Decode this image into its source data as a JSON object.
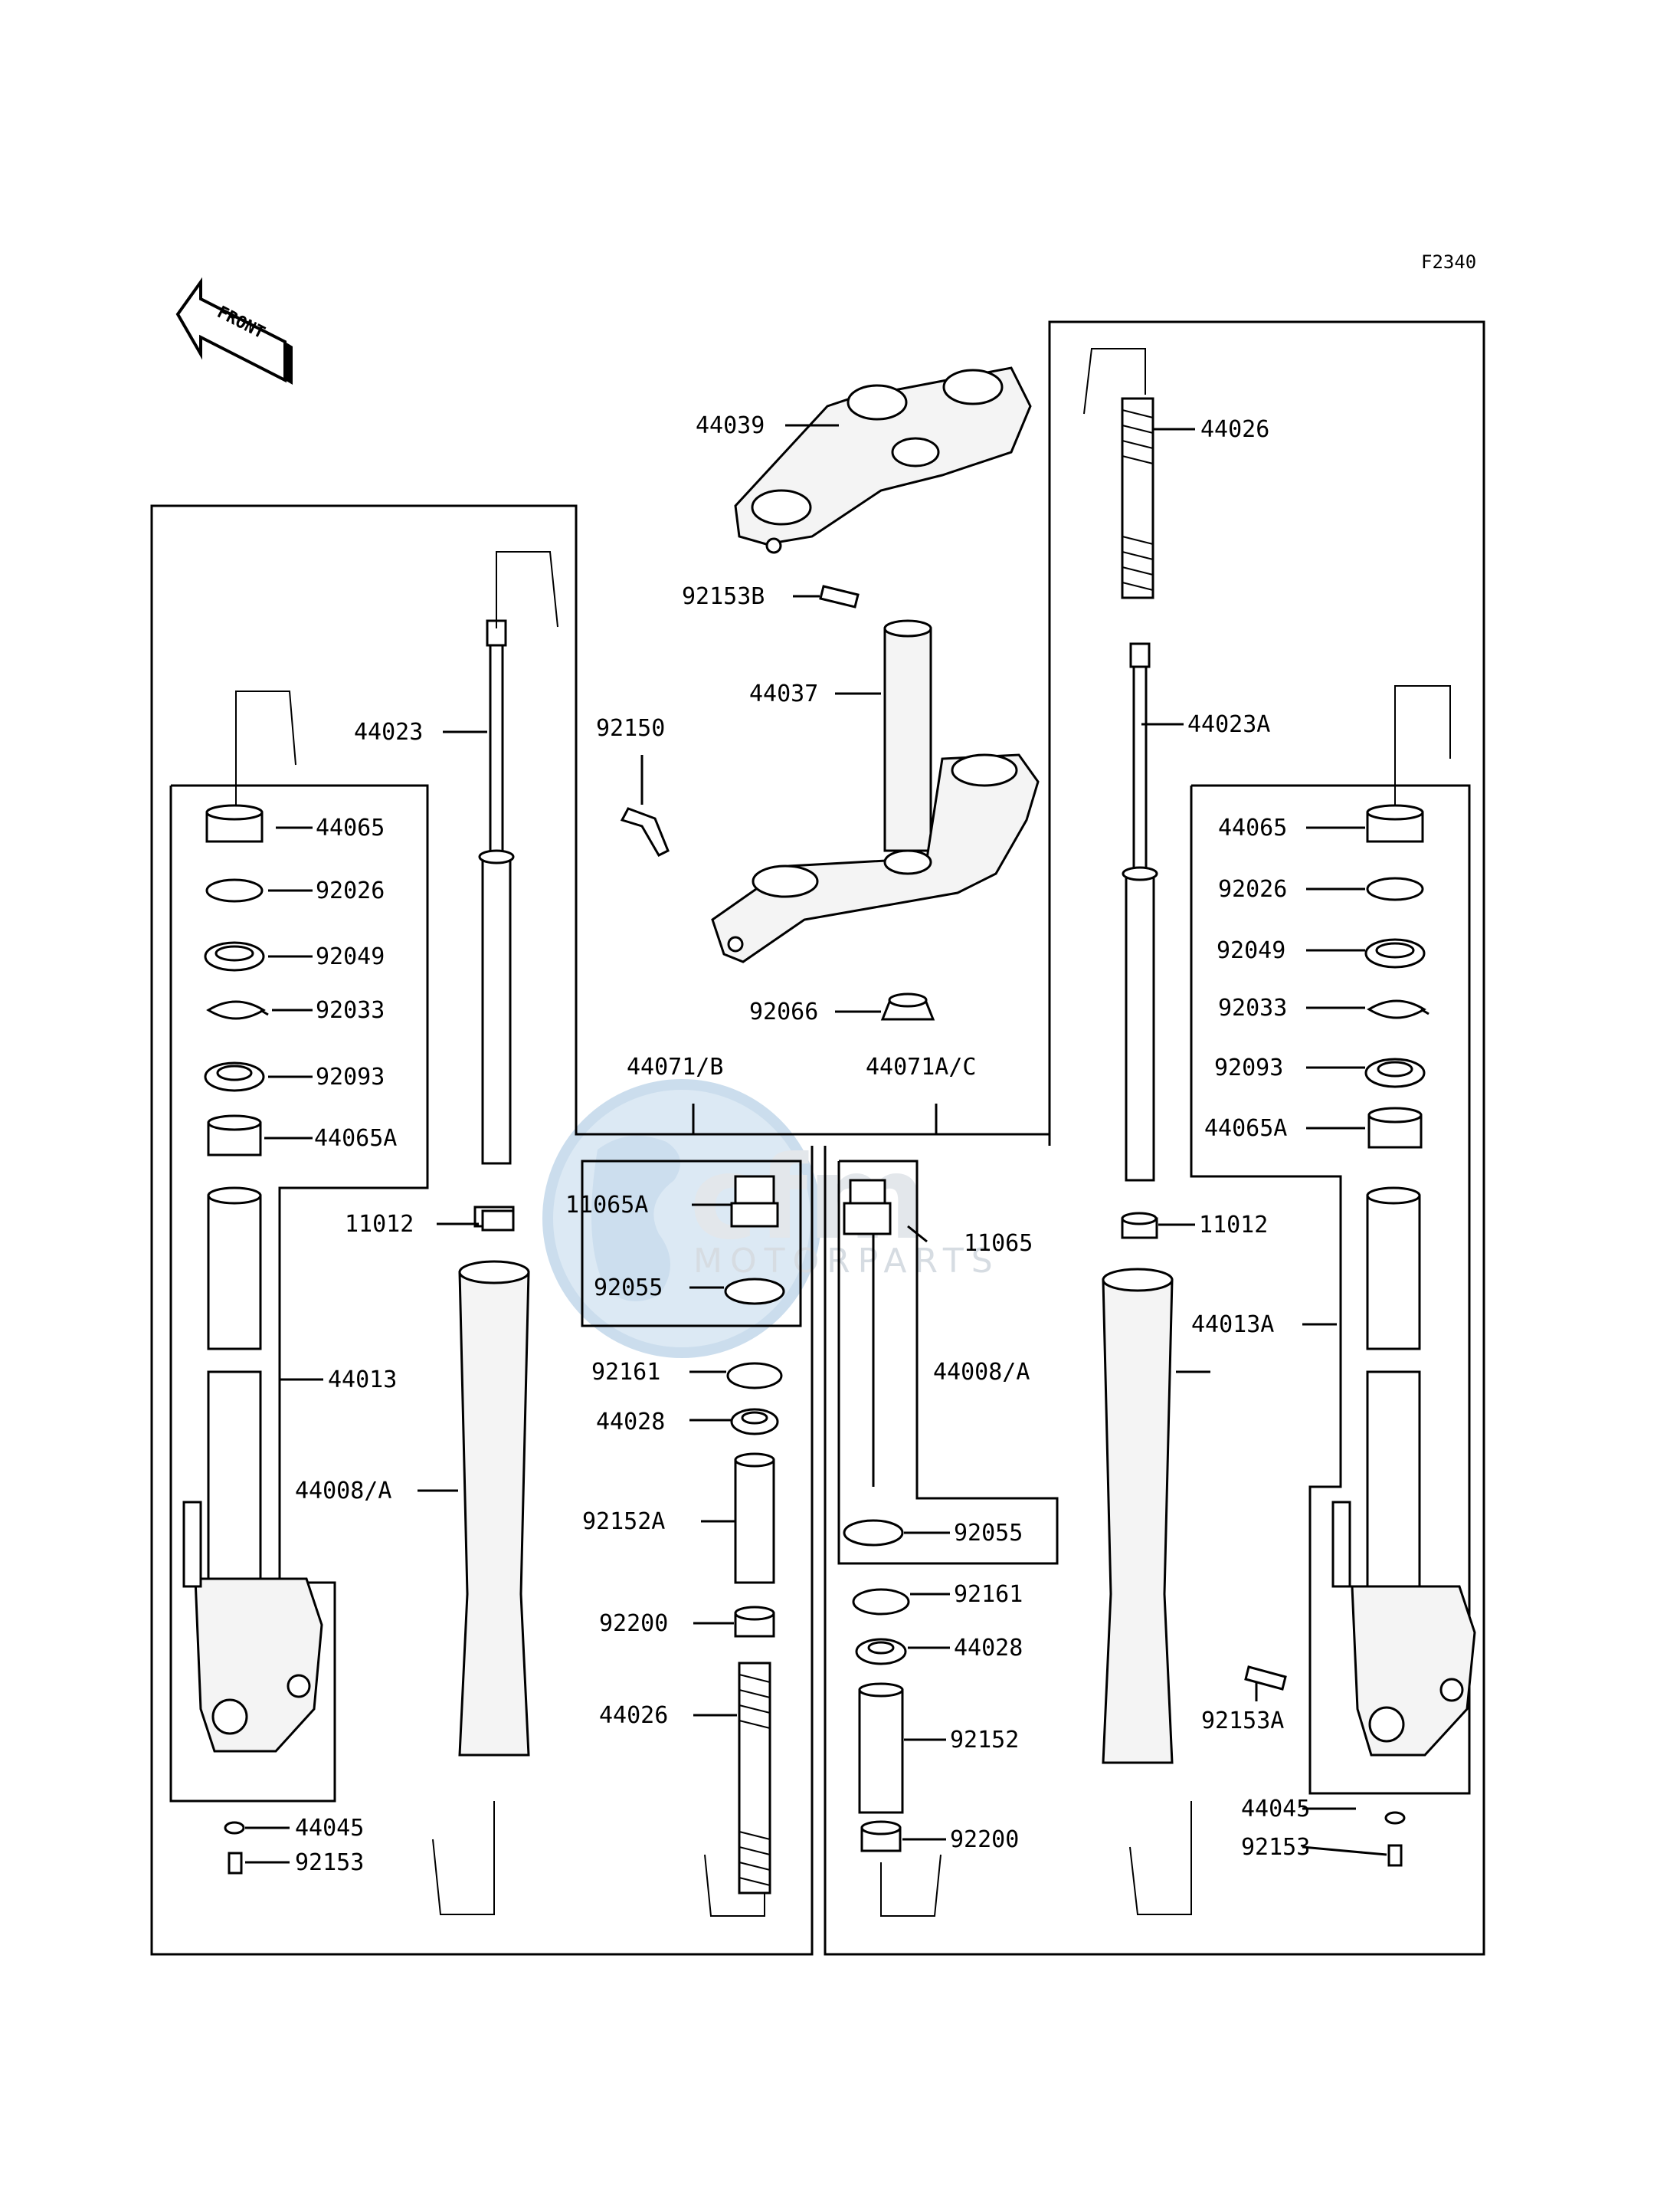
{
  "figure_code": "F2340",
  "direction_arrow": {
    "label": "FRONT",
    "icon": "front-arrow-icon"
  },
  "watermark": {
    "wordmark": "cfm",
    "text": "MOTORPARTS",
    "icon": "globe-icon",
    "colors": {
      "globe": "#d6e6f3",
      "text": "#cfd6de"
    }
  },
  "labels": {
    "p44039": "44039",
    "p92153B": "92153B",
    "p44037": "44037",
    "p92150": "92150",
    "p92066": "92066",
    "p44071B": "44071/B",
    "p44071AC": "44071A/C",
    "p11065A": "11065A",
    "p92055_mid": "92055",
    "p92161_mid": "92161",
    "p44028_mid": "44028",
    "p92152A": "92152A",
    "p92200_mid": "92200",
    "p44026_mid": "44026",
    "p11065": "11065",
    "p92055_r": "92055",
    "p92161_r": "92161",
    "p44028_r": "44028",
    "p92152": "92152",
    "p92200_r": "92200",
    "p44023": "44023",
    "p44065_l": "44065",
    "p92026_l": "92026",
    "p92049_l": "92049",
    "p92033_l": "92033",
    "p92093_l": "92093",
    "p44065A_l": "44065A",
    "p11012_l": "11012",
    "p44013": "44013",
    "p44008A_l": "44008/A",
    "p44045_l": "44045",
    "p92153_l": "92153",
    "p44026_r": "44026",
    "p44023A": "44023A",
    "p44065_r": "44065",
    "p92026_r": "92026",
    "p92049_r": "92049",
    "p92033_r": "92033",
    "p92093_r": "92093",
    "p44065A_r": "44065A",
    "p11012_r": "11012",
    "p44013A": "44013A",
    "p44008A_r": "44008/A",
    "p92153A": "92153A",
    "p44045_r": "44045",
    "p92153_r": "92153"
  }
}
